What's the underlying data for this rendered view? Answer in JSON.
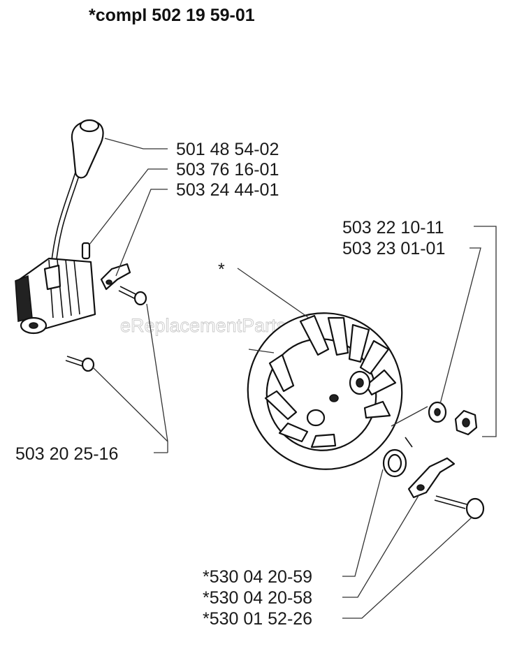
{
  "title": "*compl 502 19 59-01",
  "watermark": "eReplacementParts.com",
  "callouts": [
    {
      "id": "spark-plug-cap",
      "text": "501 48 54-02"
    },
    {
      "id": "ignition-module",
      "text": "503 76 16-01"
    },
    {
      "id": "short-circuit-cable",
      "text": "503 24 44-01"
    },
    {
      "id": "module-screw",
      "text": "503 20 25-16"
    },
    {
      "id": "flywheel",
      "text": "*"
    },
    {
      "id": "washer",
      "text": "503 22 10-11"
    },
    {
      "id": "nut",
      "text": "503 23 01-01"
    },
    {
      "id": "spring",
      "text": "*530 04 20-59"
    },
    {
      "id": "pawl",
      "text": "*530 04 20-58"
    },
    {
      "id": "pawl-screw",
      "text": "*530 01 52-26"
    }
  ]
}
